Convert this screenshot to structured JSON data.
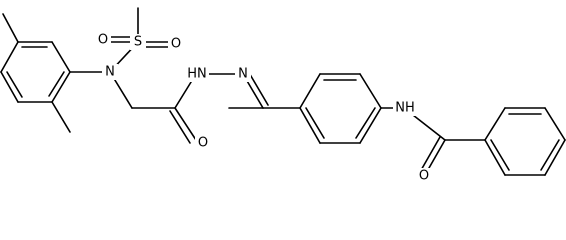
{
  "colors": {
    "bond": "#000000",
    "label": "#000000",
    "background": "#ffffff"
  },
  "atoms": [
    {
      "id": "S1",
      "label": "S"
    },
    {
      "id": "O1",
      "label": "O"
    },
    {
      "id": "O2",
      "label": "O"
    },
    {
      "id": "N1",
      "label": "N"
    },
    {
      "id": "N2",
      "label": "HN"
    },
    {
      "id": "N3",
      "label": "N"
    },
    {
      "id": "O3",
      "label": "O"
    },
    {
      "id": "N4",
      "label": "NH"
    },
    {
      "id": "O4",
      "label": "O"
    }
  ]
}
